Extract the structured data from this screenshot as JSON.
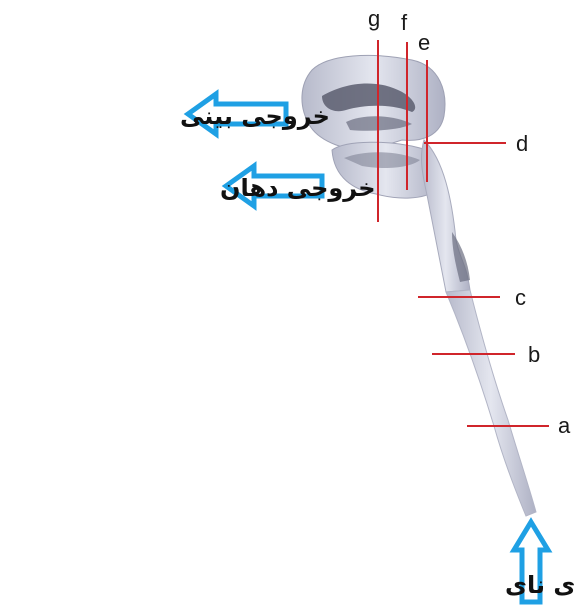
{
  "labels": {
    "nose_outlet": "خروجی بینی",
    "mouth_outlet": "خروجی دهان",
    "trachea_inlet": "ورودی نای"
  },
  "sections": [
    "g",
    "f",
    "e",
    "d",
    "c",
    "b",
    "a"
  ],
  "colors": {
    "section_line": "#d0252b",
    "arrow": "#1fa0e4",
    "airway": "#c9ccdb",
    "airway_dark": "#4a4d5e",
    "text": "#111111"
  }
}
